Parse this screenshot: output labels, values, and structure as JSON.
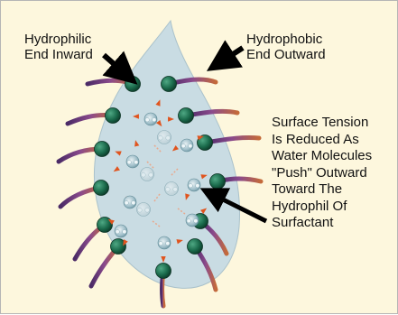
{
  "labels": {
    "hydrophilic": [
      "Hydrophilic",
      "End Inward"
    ],
    "hydrophobic": [
      "Hydrophobic",
      "End Outward"
    ],
    "explanation": [
      "Surface Tension",
      "Is Reduced As",
      "Water Molecules",
      "\"Push\" Outward",
      "Toward The",
      "Hydrophil Of",
      "Surfactant"
    ]
  },
  "colors": {
    "background": "#fdf7dd",
    "droplet": "#c9dce3",
    "surfactant_head": "#1b6b4c",
    "surfactant_tail": "#6b3a7a",
    "water_oxygen": "#7fa8b5",
    "push_arrow": "#e0541e"
  }
}
